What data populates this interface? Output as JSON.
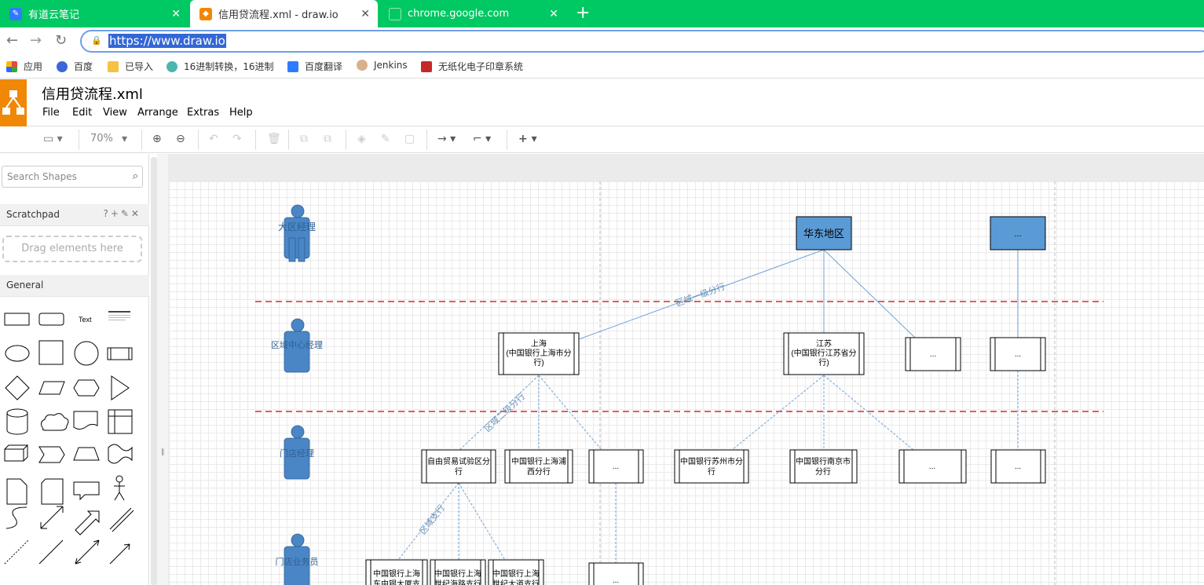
{
  "browser": {
    "tabs": [
      {
        "title": "有道云笔记",
        "active": false
      },
      {
        "title": "信用贷流程.xml - draw.io",
        "active": true
      },
      {
        "title": "chrome.google.com",
        "active": false
      }
    ],
    "url": "https://www.draw.io",
    "bookmarks": [
      "应用",
      "百度",
      "已导入",
      "16进制转换，16进制",
      "百度翻译",
      "Jenkins",
      "无纸化电子印章系统"
    ]
  },
  "app": {
    "doc_title": "信用贷流程.xml",
    "menus": [
      "File",
      "Edit",
      "View",
      "Arrange",
      "Extras",
      "Help"
    ],
    "zoom": "70%"
  },
  "sidebar": {
    "search_placeholder": "Search Shapes",
    "scratchpad_label": "Scratchpad",
    "scratchpad_controls": "?+✎✕",
    "drag_hint": "Drag elements here",
    "general_label": "General",
    "text_shape_label": "Text"
  },
  "diagram": {
    "roles": [
      "大区经理",
      "区域中心经理",
      "门店经理",
      "门店业务员"
    ],
    "region_nodes": [
      "华东地区",
      "..."
    ],
    "level1_labels": [
      "上海",
      "(中国银行上海市分",
      "行)",
      "江苏",
      "(中国银行江苏省分",
      "行)",
      "...",
      "..."
    ],
    "level2_labels": [
      "自由贸易试验区分",
      "行",
      "中国银行上海浦",
      "西分行",
      "...",
      "中国银行苏州市分",
      "行",
      "中国银行南京市",
      "分行",
      "...",
      "..."
    ],
    "level3_labels": [
      "中国银行上海",
      "东中银大厦支",
      "中国银行上海",
      "世纪海路支行",
      "中国银行上海",
      "世纪大道支行",
      "..."
    ],
    "edge_labels": [
      "区域一级分行",
      "区域二级分行",
      "区域支行"
    ],
    "colors": {
      "role_fill": "#4a86c5",
      "region_fill": "#5b9bd5",
      "divider": "#cc0000",
      "edge": "#6fa3d6"
    }
  }
}
